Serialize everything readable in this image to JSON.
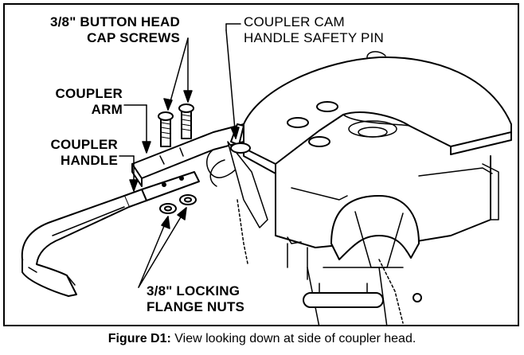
{
  "labels": {
    "cap_screws": "3/8\" BUTTON HEAD\nCAP SCREWS",
    "safety_pin": "COUPLER CAM\nHANDLE SAFETY PIN",
    "coupler_arm": "COUPLER\nARM",
    "coupler_handle": "COUPLER\nHANDLE",
    "flange_nuts": "3/8\" LOCKING\nFLANGE NUTS"
  },
  "caption": {
    "figure": "Figure D1:",
    "text": " View looking down at side of coupler head."
  }
}
